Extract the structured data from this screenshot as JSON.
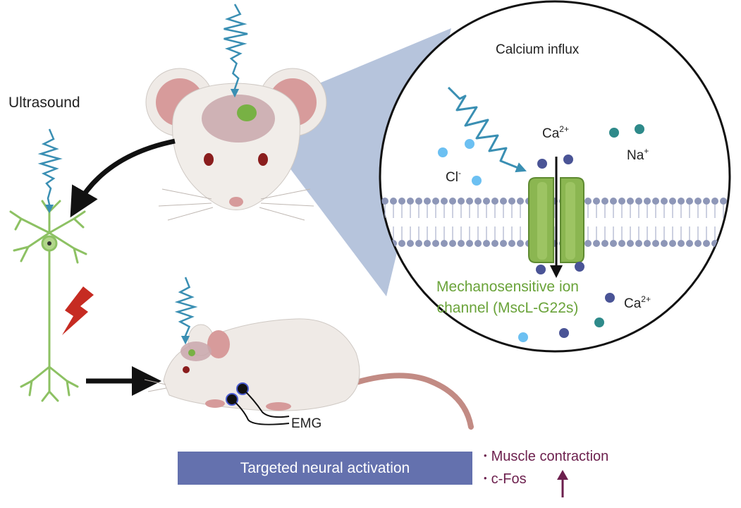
{
  "labels": {
    "ultrasound": "Ultrasound",
    "calcium_influx": "Calcium influx",
    "ca_top": "Ca",
    "ca_top_sup": "2+",
    "na": "Na",
    "na_sup": "+",
    "cl": "Cl",
    "cl_sup": "-",
    "ca_bottom": "Ca",
    "ca_bottom_sup": "2+",
    "channel_line1": "Mechanosensitive ion",
    "channel_line2": "channel (MscL-G22s)",
    "emg": "EMG"
  },
  "activation_bar": {
    "label": "Targeted neural activation"
  },
  "outcomes": [
    {
      "bullet": "•",
      "text": "Muscle contraction"
    },
    {
      "bullet": "•",
      "text": "c-Fos"
    }
  ],
  "colors": {
    "wave": "#3a8fb3",
    "membrane": "#8e97b8",
    "channel": "#8bb651",
    "neuron": "#8dc163",
    "bolt": "#c62b22",
    "cone": "#a9bad6",
    "activation_bar": "#6471ae",
    "outcome_text": "#6c1f4d"
  },
  "icons": [
    "ultrasound-wave-icon",
    "mouse-head-icon",
    "mouse-body-icon",
    "neuron-icon",
    "lightning-bolt-icon",
    "ion-channel-icon",
    "up-arrow-icon"
  ]
}
